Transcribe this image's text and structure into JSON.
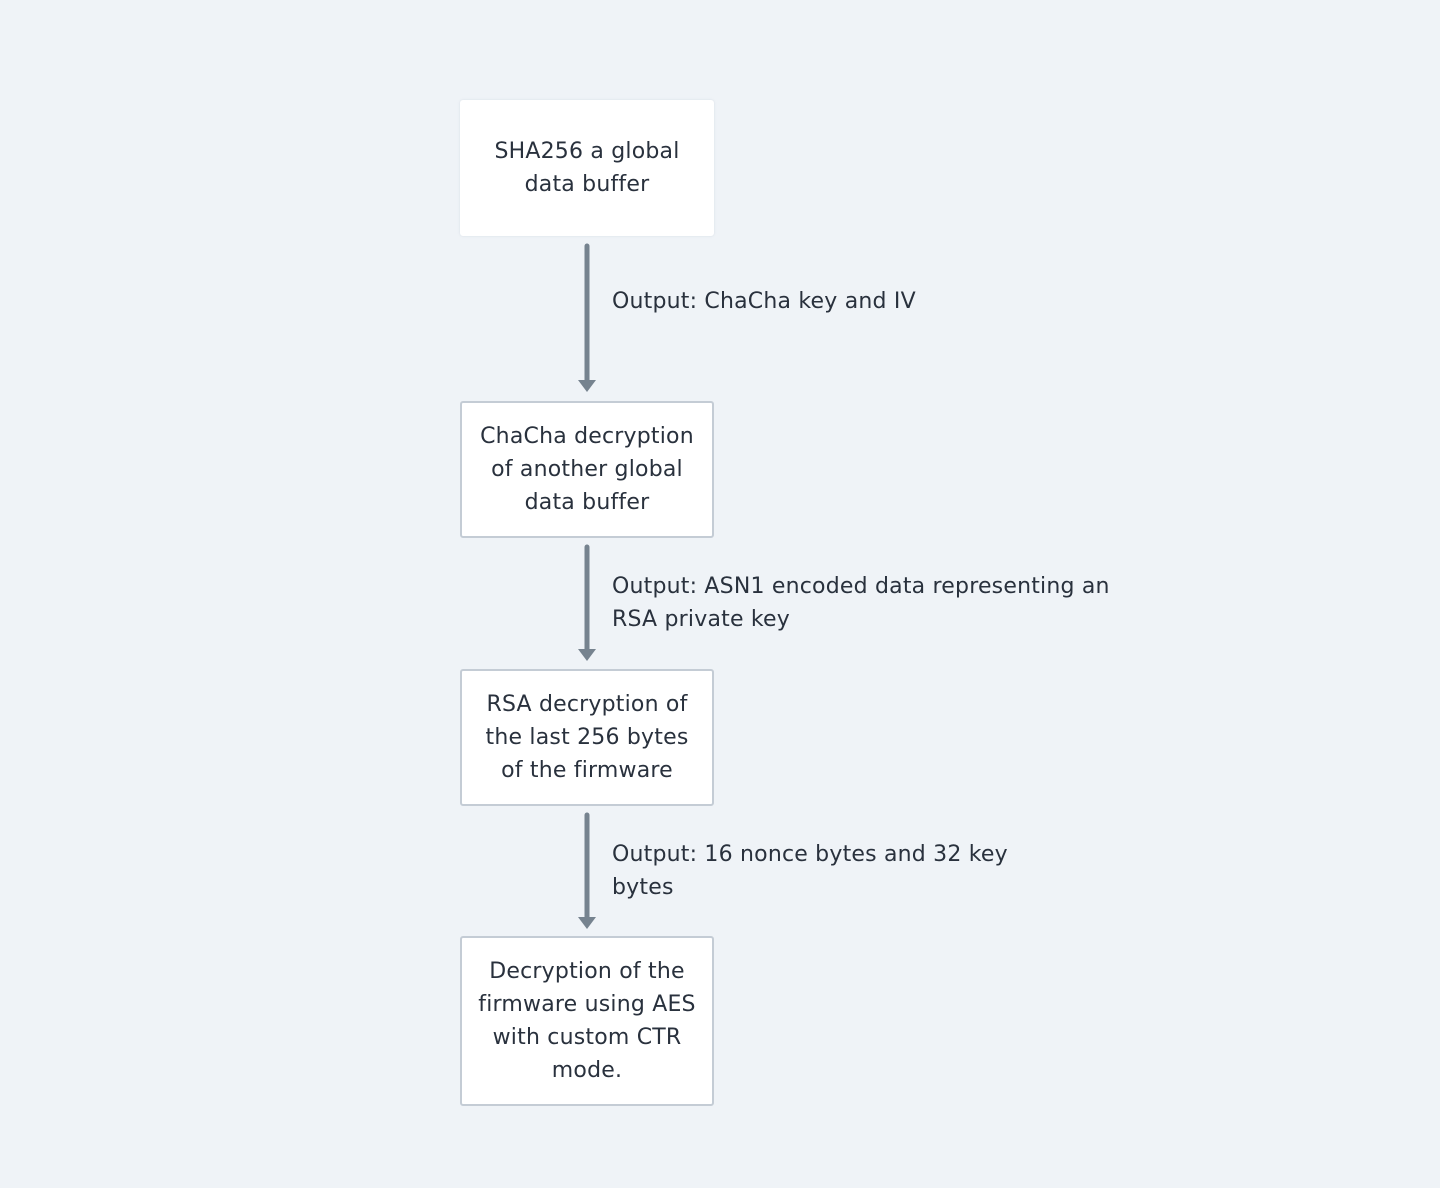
{
  "diagram": {
    "nodes": [
      {
        "id": "hash",
        "label": "SHA256 a global\ndata buffer"
      },
      {
        "id": "chacha",
        "label": "ChaCha decryption\nof another global\ndata buffer"
      },
      {
        "id": "rsa",
        "label": "RSA decryption of\nthe last 256 bytes\nof the firmware"
      },
      {
        "id": "aes",
        "label": "Decryption of the\nfirmware using AES\nwith custom CTR\nmode."
      }
    ],
    "edges": [
      {
        "from": "hash",
        "to": "chacha",
        "label": "Output: ChaCha key and IV"
      },
      {
        "from": "chacha",
        "to": "rsa",
        "label": "Output: ASN1 encoded data representing an\nRSA private key"
      },
      {
        "from": "rsa",
        "to": "aes",
        "label": "Output: 16 nonce bytes and 32  key\nbytes"
      }
    ]
  },
  "colors": {
    "background": "#eff3f7",
    "node_fill": "#ffffff",
    "node_border": "#c4ccd5",
    "arrow": "#76838f",
    "text": "#29313d"
  }
}
